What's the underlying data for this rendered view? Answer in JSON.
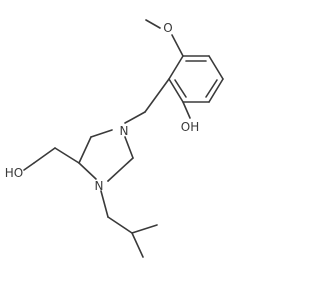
{
  "molecule": {
    "atoms": {
      "methoxy_o": "O",
      "amine_n_top": "N",
      "amine_n_bottom": "N",
      "hydroxy_oh": "OH",
      "alcohol_ho": "HO"
    }
  },
  "colors": {
    "bond": "#3a3a3a",
    "label": "#3a3a3a",
    "background": "#ffffff"
  }
}
